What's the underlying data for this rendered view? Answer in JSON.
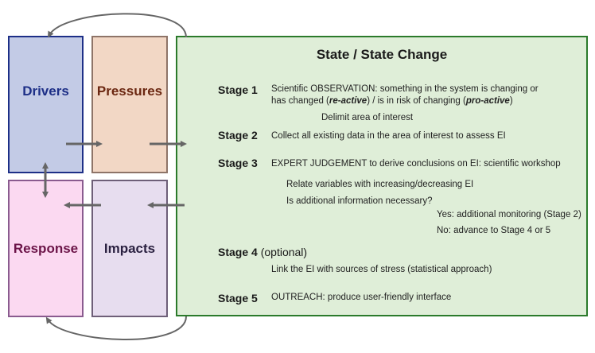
{
  "colors": {
    "drivers_fill": "#c3cbe6",
    "pressures_fill": "#f2d7c5",
    "response_fill": "#fbd9f1",
    "impacts_fill": "#e7ddef",
    "state_fill": "#dfeed8",
    "arrow": "#666666"
  },
  "boxes": {
    "drivers": "Drivers",
    "pressures": "Pressures",
    "response": "Response",
    "impacts": "Impacts"
  },
  "state": {
    "title": "State / State Change",
    "stage1": {
      "label": "Stage 1",
      "line1": "Scientific OBSERVATION: something in the system is changing or",
      "line2_pre": "has changed (",
      "line2_reactive": "re-active",
      "line2_mid": ") /  is in risk of changing (",
      "line2_proactive": "pro-active",
      "line2_post": ")",
      "sub": "Delimit area of interest"
    },
    "stage2": {
      "label": "Stage 2",
      "text": "Collect all existing data in the area of interest to assess EI"
    },
    "stage3": {
      "label": "Stage 3",
      "text": "EXPERT JUDGEMENT to derive conclusions on EI: scientific workshop",
      "sub1": "Relate variables with increasing/decreasing EI",
      "sub2": "Is additional information necessary?",
      "yes": "Yes: additional monitoring (Stage 2)",
      "no": "No: advance to Stage 4 or 5"
    },
    "stage4": {
      "label": "Stage 4",
      "optional": "(optional)",
      "text": "Link the EI with sources of stress (statistical approach)"
    },
    "stage5": {
      "label": "Stage 5",
      "text": "OUTREACH: produce user-friendly interface"
    }
  }
}
